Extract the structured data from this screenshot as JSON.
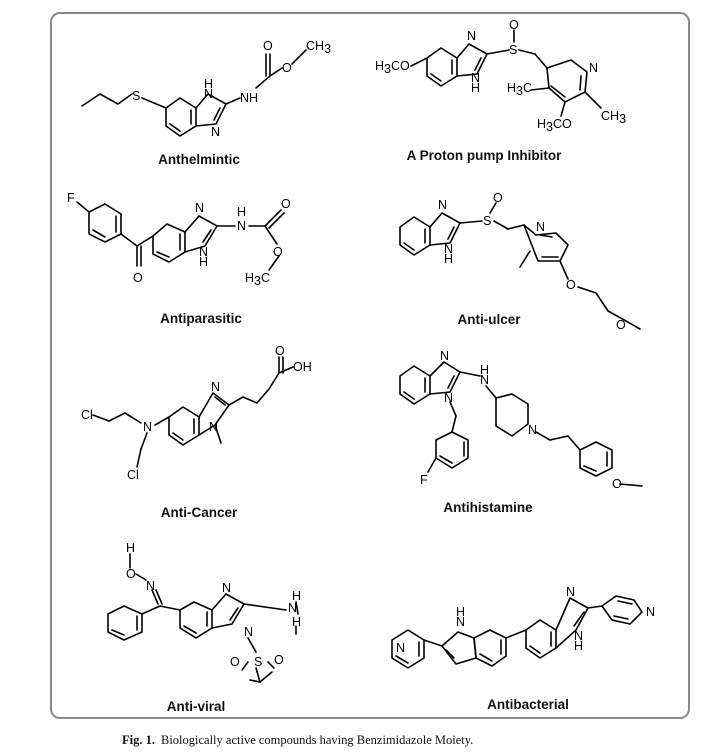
{
  "figure": {
    "caption_number": "Fig. 1.",
    "caption_text": "Biologically active compounds having Benzimidazole Moiety."
  },
  "compounds": [
    {
      "label": "Anthelmintic",
      "atoms": [
        "S",
        "H",
        "N",
        "N",
        "NH",
        "O",
        "O",
        "CH3"
      ]
    },
    {
      "label": "A Proton pump Inhibitor",
      "atoms": [
        "H3CO",
        "N",
        "N",
        "H",
        "S",
        "O",
        "N",
        "H3C",
        "H3CO",
        "CH3"
      ]
    },
    {
      "label": "Antiparasitic",
      "atoms": [
        "F",
        "O",
        "N",
        "N",
        "H",
        "H",
        "N",
        "O",
        "O",
        "H3C"
      ]
    },
    {
      "label": "Anti-ulcer",
      "atoms": [
        "N",
        "N",
        "H",
        "S",
        "O",
        "N",
        "O",
        "O"
      ]
    },
    {
      "label": "Anti-Cancer",
      "atoms": [
        "Cl",
        "N",
        "Cl",
        "N",
        "N",
        "O",
        "OH"
      ]
    },
    {
      "label": "Antihistamine",
      "atoms": [
        "N",
        "N",
        "H",
        "N",
        "N",
        "F",
        "O"
      ]
    },
    {
      "label": "Anti-viral",
      "atoms": [
        "H",
        "O",
        "N",
        "N",
        "N",
        "H",
        "N",
        "H",
        "O",
        "S",
        "O"
      ]
    },
    {
      "label": "Antibacterial",
      "atoms": [
        "N",
        "N",
        "H",
        "N",
        "N",
        "N",
        "H"
      ]
    }
  ]
}
